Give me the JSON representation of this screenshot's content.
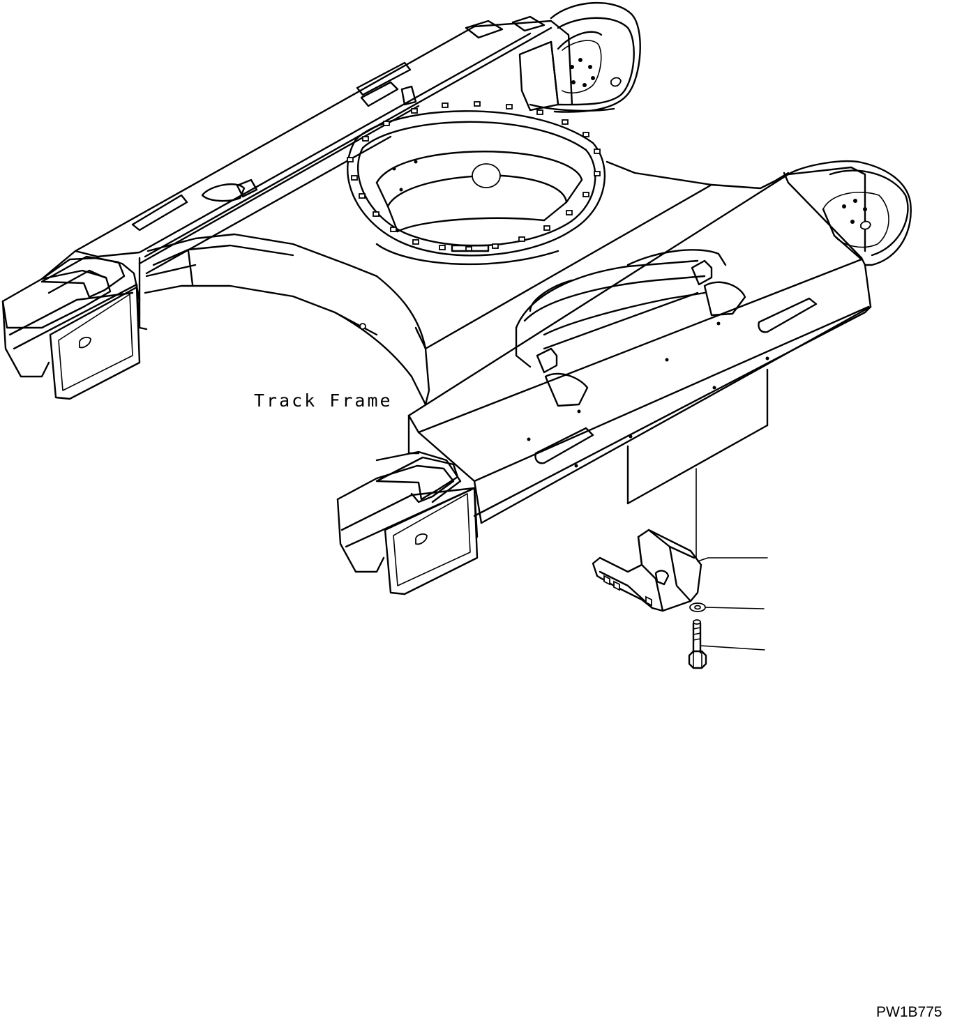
{
  "diagram": {
    "track_frame_label": "Track Frame",
    "drawing_code": "PW1B775"
  },
  "parts": [
    {
      "id": "guard",
      "icon": "track-guard-bracket-icon"
    },
    {
      "id": "washer",
      "icon": "washer-icon"
    },
    {
      "id": "bolt",
      "icon": "hex-bolt-icon"
    }
  ],
  "colors": {
    "line": "#000000",
    "background": "#ffffff"
  }
}
